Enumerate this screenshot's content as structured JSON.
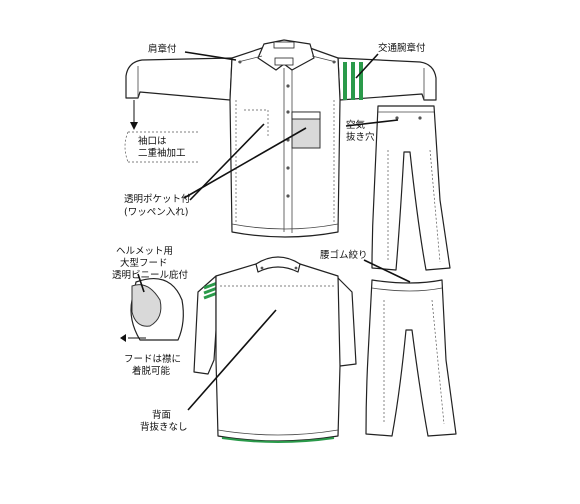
{
  "labels": {
    "shoulder_strap": "肩章付",
    "traffic_armband": "交通腕章付",
    "cuff_line1": "袖口は",
    "cuff_line2": "二重袖加工",
    "air_vent_line1": "空気",
    "air_vent_line2": "抜き穴",
    "clear_pocket_line1": "透明ポケット付",
    "clear_pocket_line2": "(ワッペン入れ)",
    "helmet_line1": "ヘルメット用",
    "helmet_line2": "大型フード",
    "helmet_line3": "透明ビニール庇付",
    "waist_elastic": "腰ゴム絞り",
    "hood_line1": "フードは襟に",
    "hood_line2": "着脱可能",
    "back_line1": "背面",
    "back_line2": "背抜きなし"
  },
  "colors": {
    "stripe_green": "#2a9a4a",
    "outline": "#222222",
    "paper": "#ffffff"
  }
}
